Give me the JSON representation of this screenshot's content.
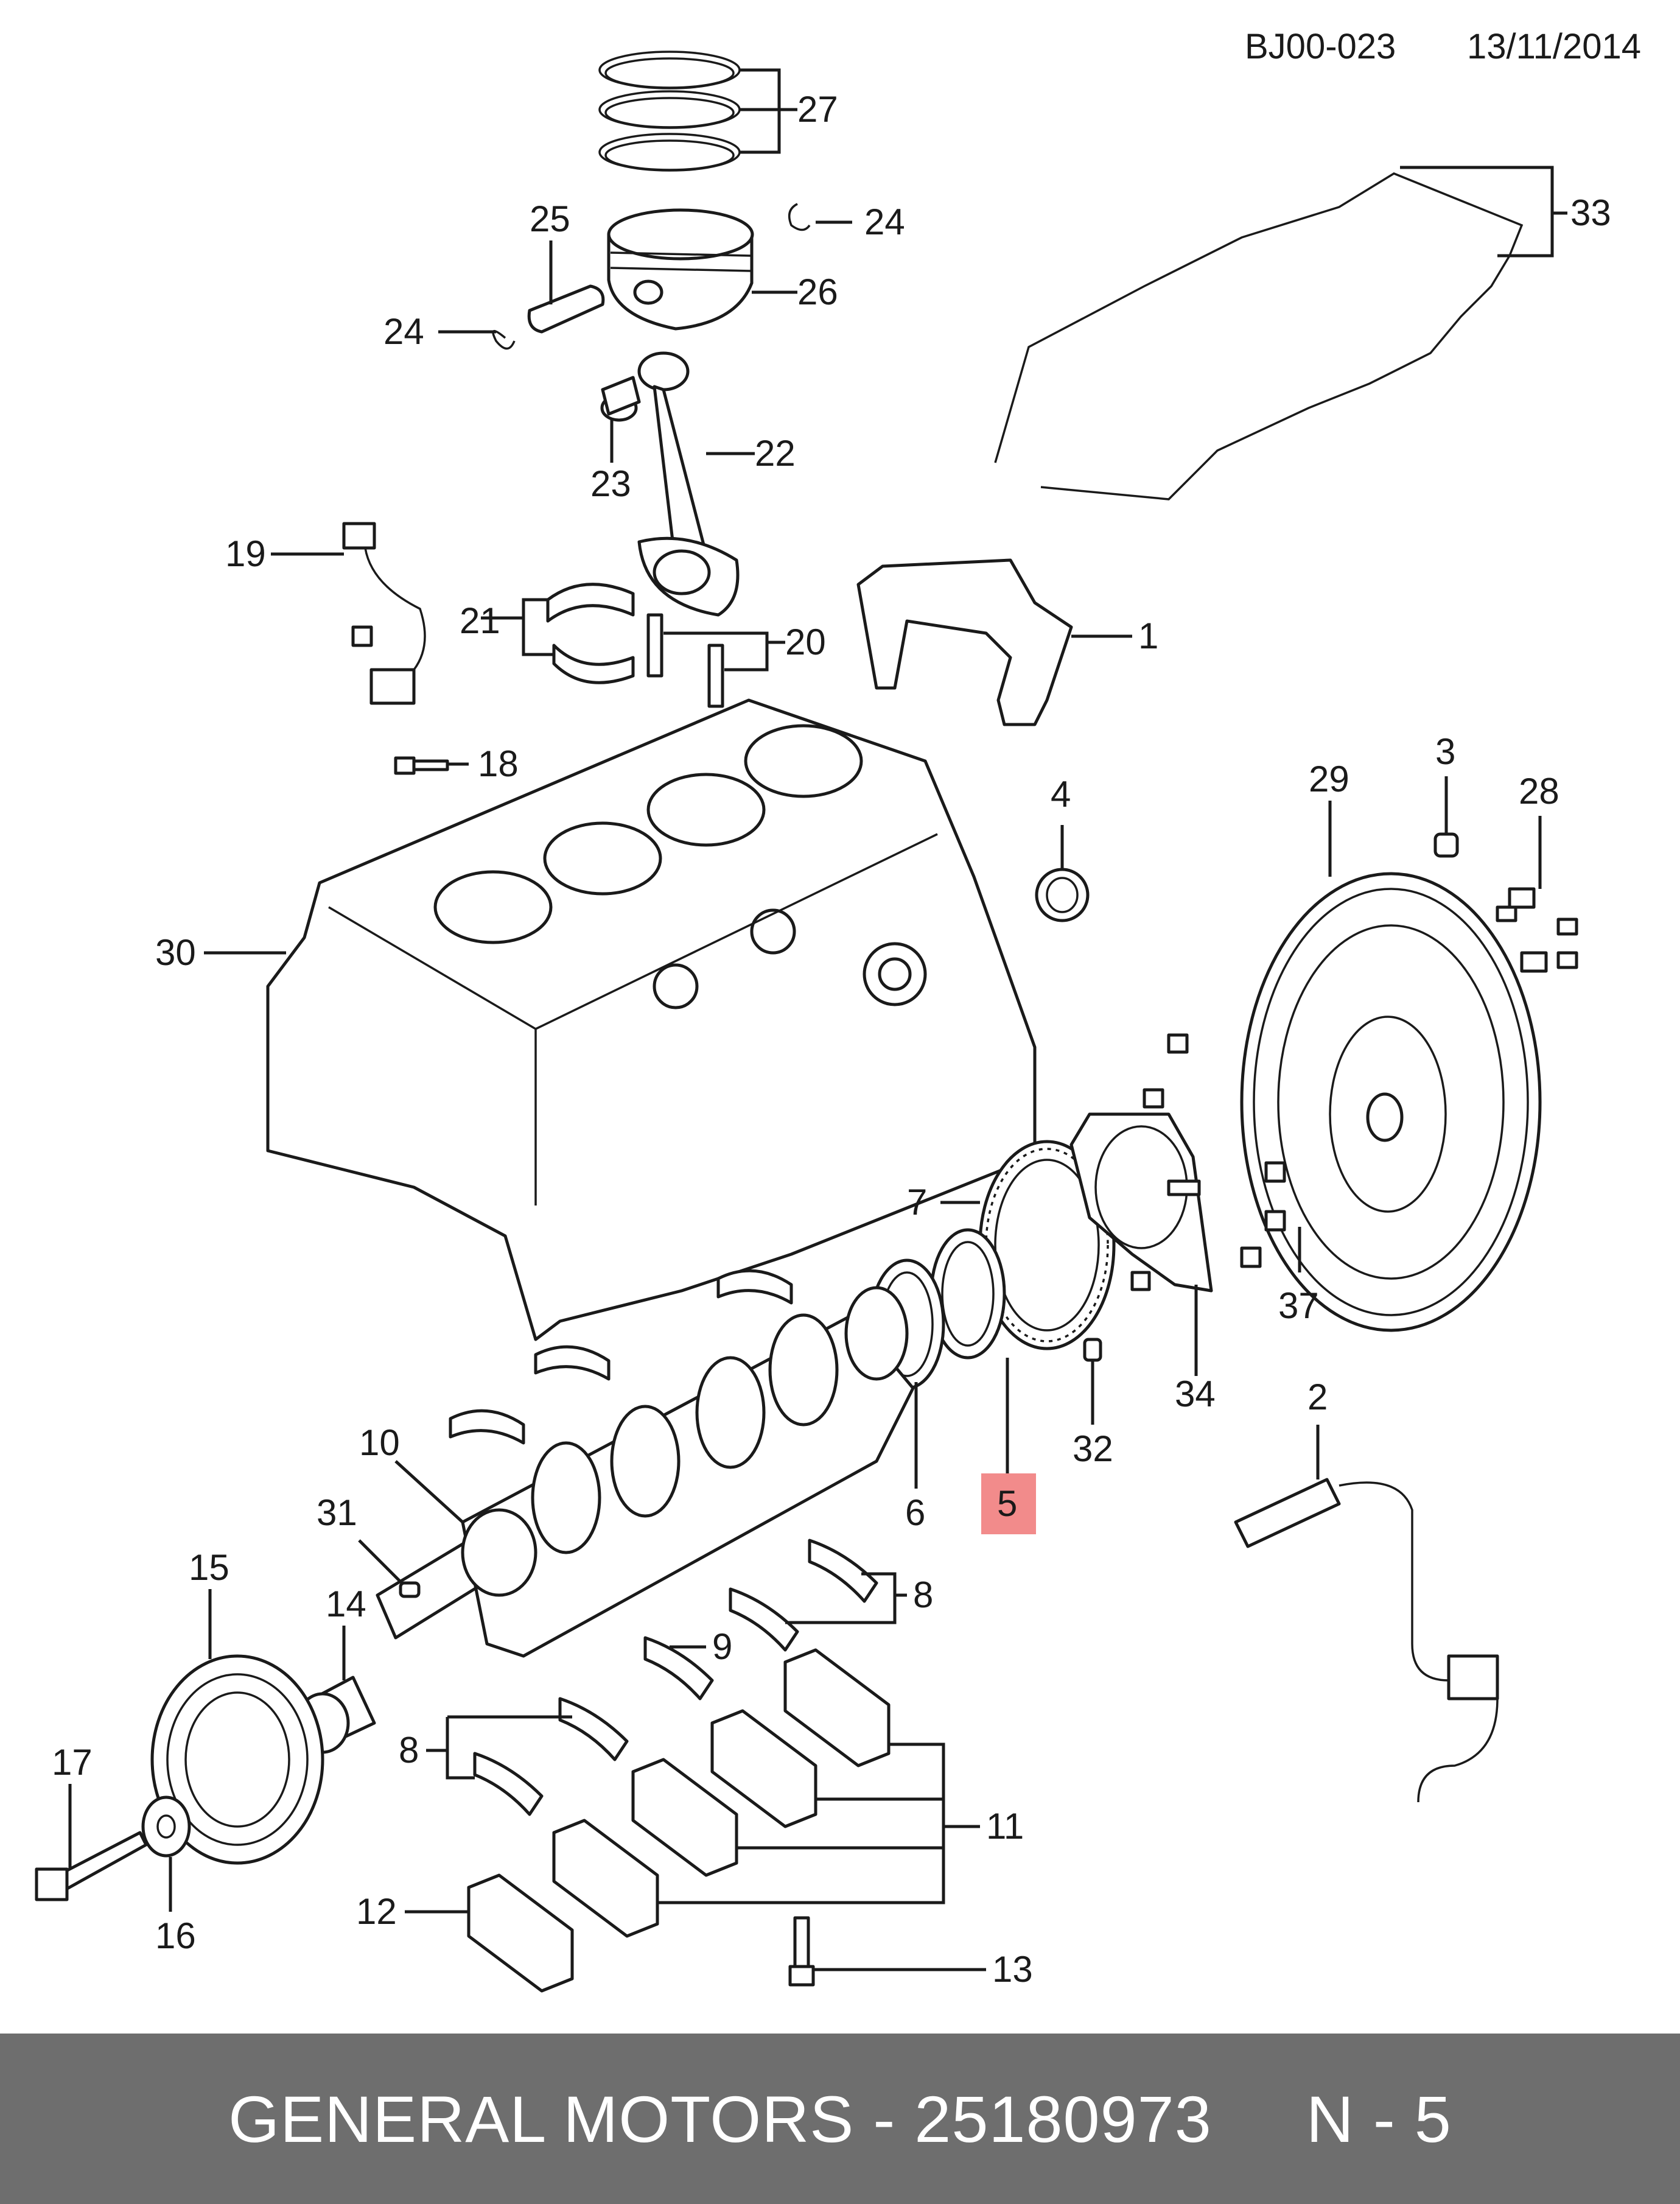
{
  "header": {
    "doc_code": "BJ00-023",
    "date": "13/11/2014"
  },
  "callouts": [
    "1",
    "2",
    "3",
    "4",
    "5",
    "6",
    "7",
    "8",
    "8",
    "8",
    "9",
    "10",
    "11",
    "12",
    "13",
    "14",
    "15",
    "16",
    "17",
    "18",
    "19",
    "20",
    "21",
    "22",
    "23",
    "24",
    "24",
    "25",
    "26",
    "27",
    "28",
    "29",
    "30",
    "31",
    "32",
    "33",
    "34",
    "37"
  ],
  "highlighted_callout": "5",
  "footer": {
    "text": "GENERAL MOTORS - 25180973     N - 5"
  },
  "colors": {
    "highlight": "#f28b8b",
    "footer_bg": "#6e6e6e",
    "footer_text": "#ffffff"
  }
}
